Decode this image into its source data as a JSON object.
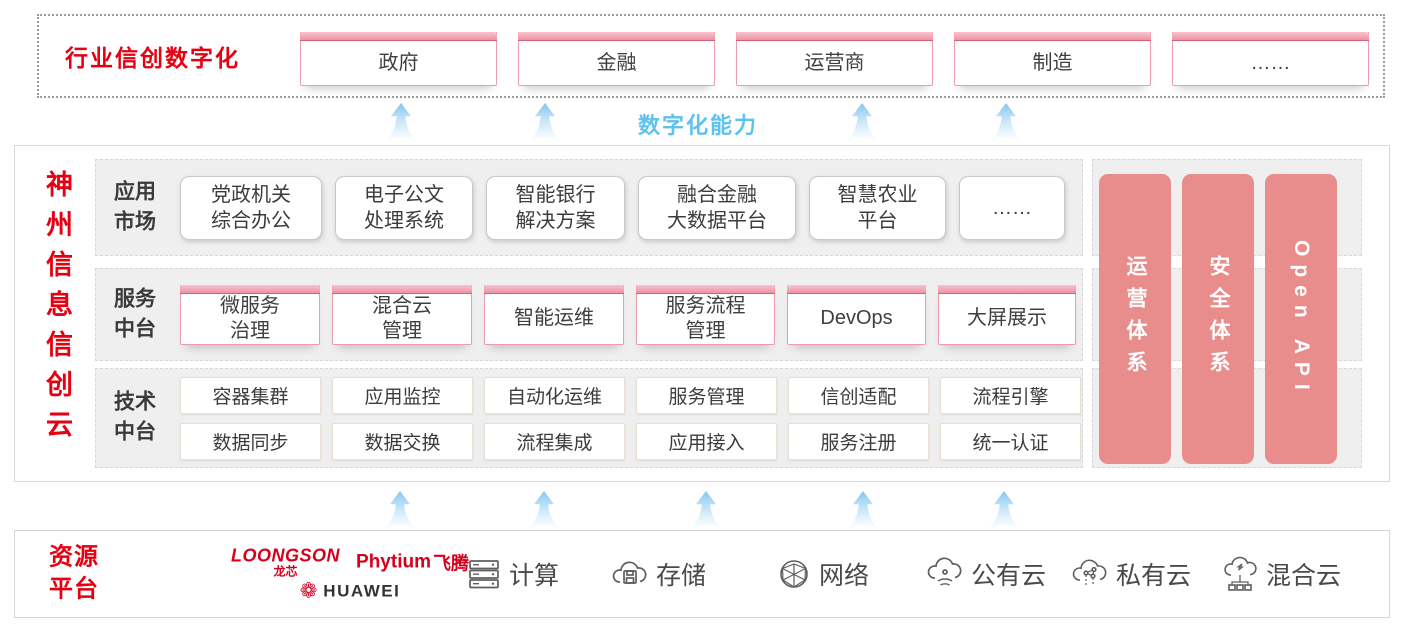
{
  "industry_strip": {
    "label": "行业信创数字化",
    "boxes": [
      "政府",
      "金融",
      "运营商",
      "制造",
      "……"
    ]
  },
  "capability_label": "数字化能力",
  "main": {
    "title_vertical": "神州信息信创云",
    "rows": [
      {
        "label": "应用\n市场",
        "boxes": [
          "党政机关\n综合办公",
          "电子公文\n处理系统",
          "智能银行\n解决方案",
          "融合金融\n大数据平台",
          "智慧农业\n平台",
          "……"
        ]
      },
      {
        "label": "服务\n中台",
        "boxes": [
          "微服务\n治理",
          "混合云\n管理",
          "智能运维",
          "服务流程\n管理",
          "DevOps",
          "大屏展示"
        ]
      },
      {
        "label": "技术\n中台",
        "boxes_row1": [
          "容器集群",
          "应用监控",
          "自动化运维",
          "服务管理",
          "信创适配",
          "流程引擎"
        ],
        "boxes_row2": [
          "数据同步",
          "数据交换",
          "流程集成",
          "应用接入",
          "服务注册",
          "统一认证"
        ]
      }
    ],
    "pillars": [
      "运营体系",
      "安全体系",
      "Open API"
    ]
  },
  "resources": {
    "label": "资源\n平台",
    "vendors": {
      "loongson": "LOONGSON",
      "loongson_cn": "龙芯",
      "phytium": "Phytium",
      "phytium_cn": "飞腾",
      "huawei": "HUAWEI"
    },
    "items": [
      {
        "icon": "compute-icon",
        "label": "计算"
      },
      {
        "icon": "storage-icon",
        "label": "存储"
      },
      {
        "icon": "network-icon",
        "label": "网络"
      },
      {
        "icon": "public-cloud-icon",
        "label": "公有云"
      },
      {
        "icon": "private-cloud-icon",
        "label": "私有云"
      },
      {
        "icon": "hybrid-cloud-icon",
        "label": "混合云"
      }
    ]
  },
  "colors": {
    "brand_red": "#E60012",
    "pillar_pink": "#E88C8C",
    "capability_blue": "#5EC2F0",
    "arrow_blue": "#7CC2EE",
    "tab_cap_pink": "#EE92A5"
  }
}
